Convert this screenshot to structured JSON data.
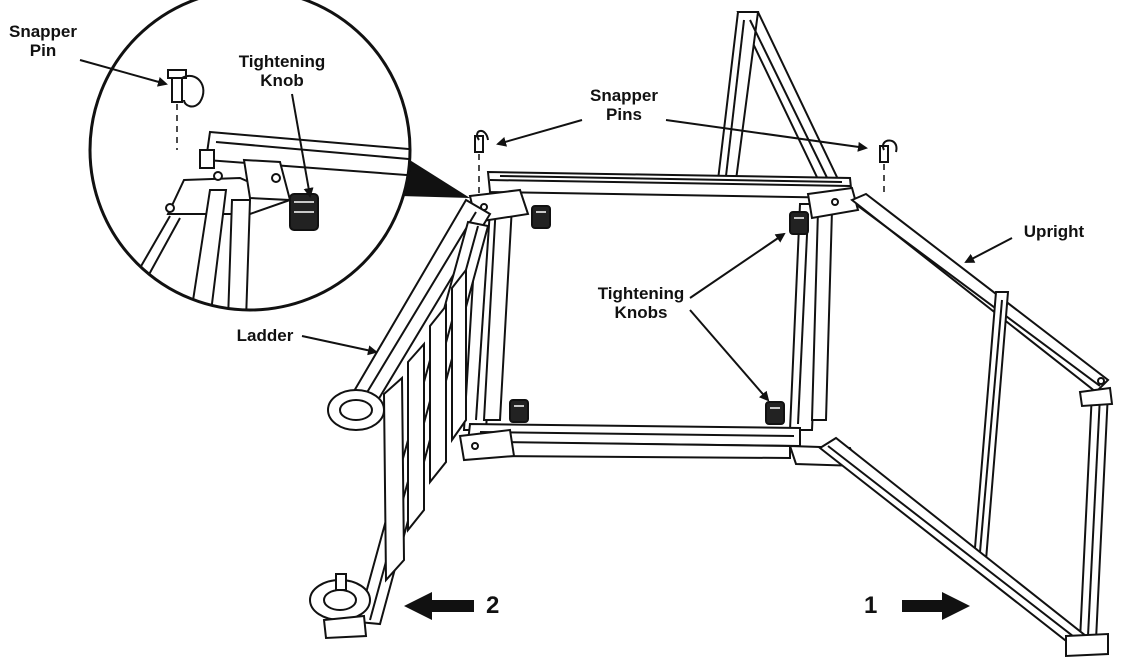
{
  "labels": {
    "snapper_pin_line1": "Snapper",
    "snapper_pin_line2": "Pin",
    "tightening_knob_line1": "Tightening",
    "tightening_knob_line2": "Knob",
    "snapper_pins_line1": "Snapper",
    "snapper_pins_line2": "Pins",
    "upright": "Upright",
    "tightening_knobs_line1": "Tightening",
    "tightening_knobs_line2": "Knobs",
    "ladder": "Ladder"
  },
  "steps": {
    "step_2": "2",
    "step_1": "1"
  }
}
